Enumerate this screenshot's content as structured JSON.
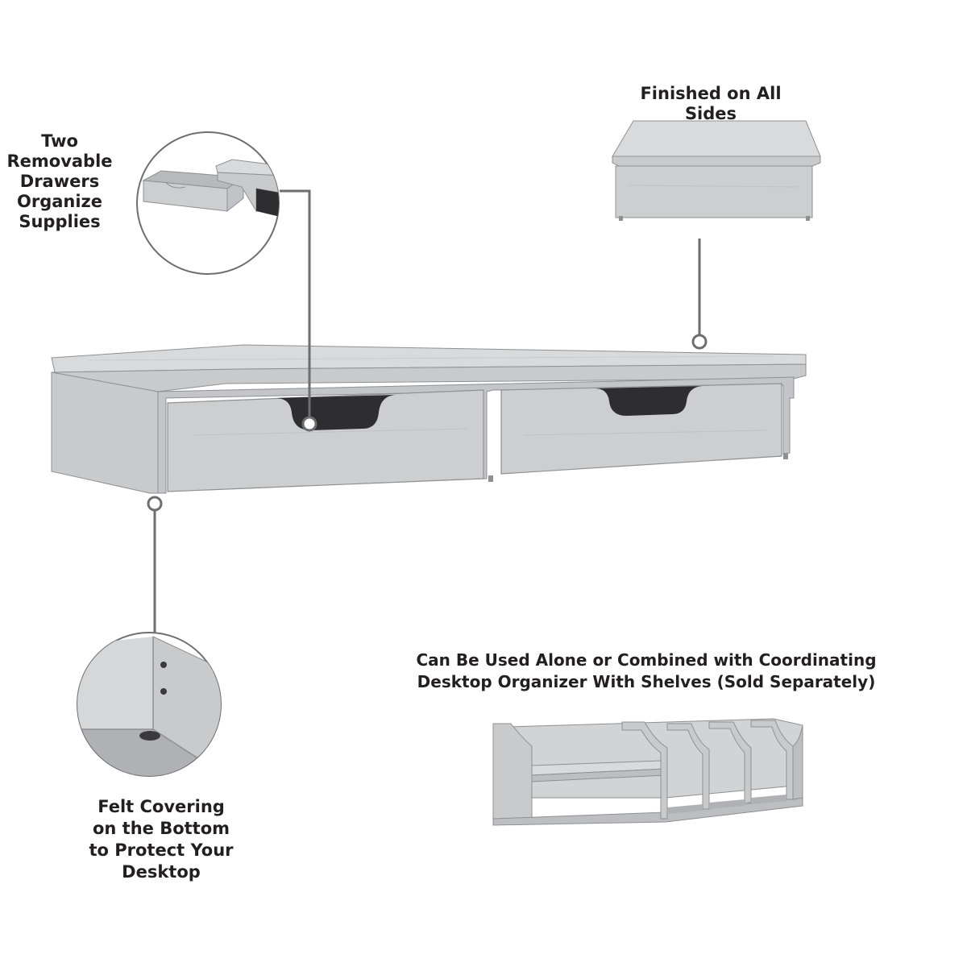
{
  "colors": {
    "background": "#ffffff",
    "wood": "#c9cacc",
    "wood_light": "#d9dadc",
    "wood_dark": "#a4a5a8",
    "outline": "#8e9094",
    "pull_cutout": "#2e2e30",
    "callout_line": "#6d6e71",
    "text": "#231f20"
  },
  "icons": [
    "drawers-detail-icon",
    "finished-sides-detail-icon",
    "felt-bottom-detail-icon",
    "organizer-shelves-icon",
    "desktop-riser-icon"
  ],
  "callouts": {
    "drawers": {
      "lines": [
        "Two",
        "Removable",
        "Drawers",
        "Organize",
        "Supplies"
      ]
    },
    "finished": {
      "lines": [
        "Finished on All Sides"
      ]
    },
    "felt": {
      "lines": [
        "Felt Covering",
        "on the Bottom",
        "to Protect Your",
        "Desktop"
      ]
    },
    "combined": {
      "lines": [
        "Can Be Used Alone or Combined with Coordinating",
        "Desktop Organizer With Shelves (Sold Separately)"
      ]
    }
  }
}
